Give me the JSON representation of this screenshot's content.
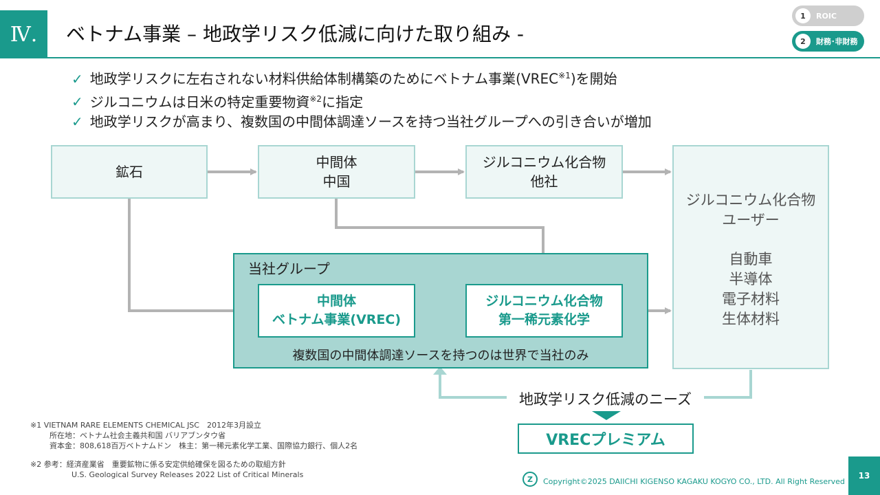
{
  "header": {
    "section": "Ⅳ.",
    "title": "ベトナム事業 – 地政学リスク低減に向けた取り組み -"
  },
  "nav": [
    {
      "num": "1",
      "label": "ROIC"
    },
    {
      "num": "2",
      "label": "財務･非財務"
    }
  ],
  "bullets": [
    {
      "text": "地政学リスクに左右されない材料供給体制構築のためにベトナム事業(VREC",
      "sup": "※1",
      "after": ")を開始"
    },
    {
      "text": "ジルコニウムは日米の特定重要物資",
      "sup": "※2",
      "after": "に指定"
    },
    {
      "text": "地政学リスクが高まり、複数国の中間体調達ソースを持つ当社グループへの引き合いが増加",
      "sup": "",
      "after": ""
    }
  ],
  "diagram": {
    "ore": "鉱石",
    "intermediate_china": [
      "中間体",
      "中国"
    ],
    "zirconium_others": [
      "ジルコニウム化合物",
      "他社"
    ],
    "users": {
      "title": [
        "ジルコニウム化合物",
        "ユーザー"
      ],
      "items": [
        "自動車",
        "半導体",
        "電子材料",
        "生体材料"
      ]
    },
    "group": {
      "title": "当社グループ",
      "intermediate_vietnam": [
        "中間体",
        "ベトナム事業(VREC)"
      ],
      "zirconium_ours": [
        "ジルコニウム化合物",
        "第一稀元素化学"
      ],
      "note": "複数国の中間体調達ソースを持つのは世界で当社のみ"
    },
    "needs": "地政学リスク低減のニーズ",
    "premium": "VRECプレミアム"
  },
  "footnotes": {
    "n1_line1": "※1 VIETNAM RARE ELEMENTS CHEMICAL JSC　2012年3月設立",
    "n1_line2": "所在地：ベトナム社会主義共和国 バリアブンタウ省",
    "n1_line3": "資本金：808,618百万ベトナムドン　株主：第一稀元素化学工業、国際協力銀行、個人2名",
    "n2_line1": "※2 参考：経済産業省　重要鉱物に係る安定供給確保を図るための取組方針",
    "n2_line2": "U.S. Geological Survey Releases 2022 List of Critical Minerals"
  },
  "footer": {
    "copyright": "Copyright©2025 DAIICHI KIGENSO KAGAKU KOGYO CO., LTD. All Right Reserved",
    "page": "13",
    "logo_mark": "Z"
  },
  "colors": {
    "accent": "#1a9a8c",
    "light": "#a8d6d2",
    "box_fill": "#eef7f6",
    "arrow": "#b3b3b3"
  }
}
